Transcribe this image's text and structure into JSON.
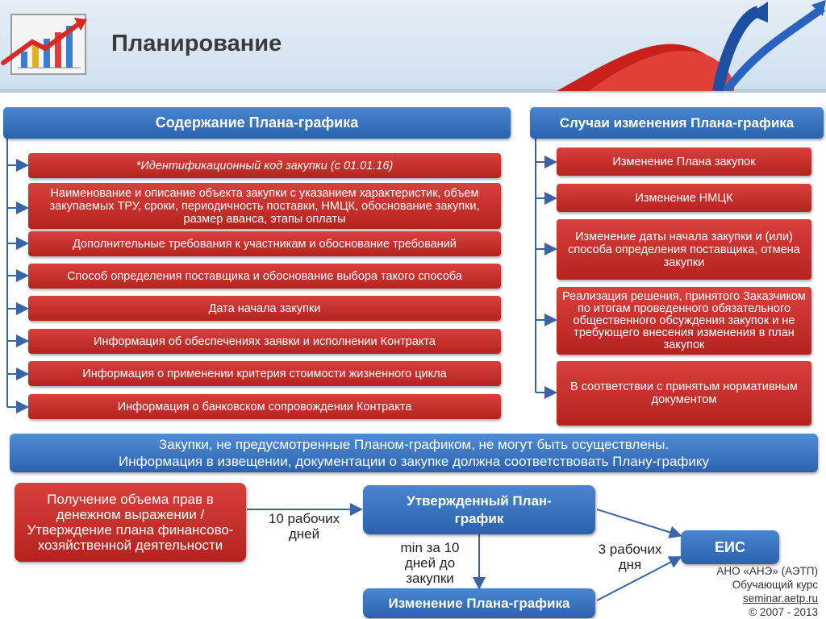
{
  "page": {
    "title": "Планирование"
  },
  "left_panel": {
    "header": "Содержание Плана-графика",
    "items": [
      "*Идентификационный код закупки (с 01.01.16)",
      "Наименование и описание объекта закупки с указанием характеристик, объем закупаемых ТРУ, сроки, периодичность поставки, НМЦК, обоснование закупки, размер аванса, этапы оплаты",
      "Дополнительные требования к участникам и обоснование требований",
      "Способ определения поставщика и обоснование выбора такого способа",
      "Дата начала закупки",
      "Информация об обеспечениях заявки и исполнении Контракта",
      "Информация о применении критерия стоимости жизненного цикла",
      "Информация о банковском сопровождении Контракта"
    ]
  },
  "right_panel": {
    "header": "Случаи изменения Плана-графика",
    "items": [
      "Изменение Плана закупок",
      "Изменение НМЦК",
      "Изменение даты начала закупки и (или) способа определения поставщика, отмена закупки",
      "Реализация решения, принятого Заказчиком по итогам проведенного обязательного общественного обсуждения закупок и не требующего внесения изменения в план закупок",
      "В соответствии с принятым нормативным документом"
    ]
  },
  "notice": {
    "line1": "Закупки, не предусмотренные Планом-графиком, не могут быть осуществлены.",
    "line2": "Информация в извещении, документации о закупке должна соответствовать Плану-графику"
  },
  "flow": {
    "source_box": "Получение объема прав в денежном выражении / Утверждение плана финансово-хозяйственной деятельности",
    "label_10_days": "10 рабочих дней",
    "approved_box": "Утвержденный План-график",
    "label_min": "min за 10 дней до закупки",
    "change_box": "Изменение Плана-графика",
    "label_3_days": "3 рабочих дня",
    "eis_box": "ЕИС"
  },
  "footer": {
    "org": "АНО «АНЭ» (АЭТП)",
    "course": "Обучающий курс",
    "site": "seminar.aetp.ru",
    "years": "© 2007 - 2013"
  },
  "colors": {
    "accent_blue": "#2a62ad",
    "accent_red": "#c0302b"
  }
}
